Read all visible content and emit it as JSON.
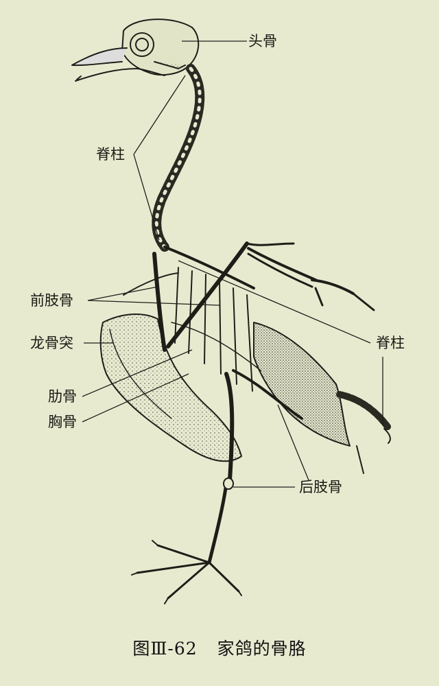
{
  "labels": {
    "skull": "头骨",
    "spine_neck": "脊柱",
    "forelimb": "前肢骨",
    "keel": "龙骨突",
    "spine_tail": "脊柱",
    "rib": "肋骨",
    "sternum": "胸骨",
    "hindlimb": "后肢骨"
  },
  "caption": {
    "number": "图Ⅲ-62",
    "title": "家鸽的骨胳"
  },
  "colors": {
    "paper": "#e8ead0",
    "ink": "#1a1a14"
  }
}
